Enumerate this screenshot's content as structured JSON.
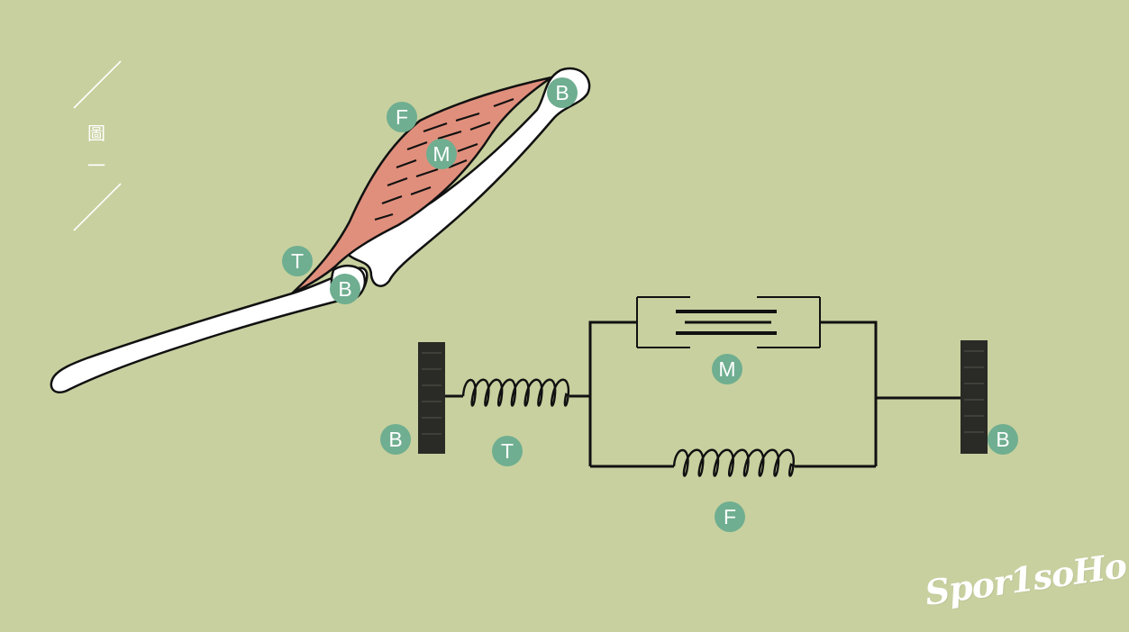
{
  "figure_label": {
    "line1": "圖",
    "line2": "一"
  },
  "labels": {
    "anatomy": {
      "fascia": "F",
      "muscle": "M",
      "tendon": "T",
      "bone_top": "B",
      "bone_joint": "B"
    },
    "model": {
      "contractile": "M",
      "tendon_spring": "T",
      "fascia_spring": "F",
      "bone_left": "B",
      "bone_right": "B"
    }
  },
  "colors": {
    "background": "#c8d09f",
    "badge": "#6fae90",
    "muscle": "#e08f7c",
    "ink": "#111111"
  },
  "logo": {
    "text": "Spor1soHo"
  }
}
